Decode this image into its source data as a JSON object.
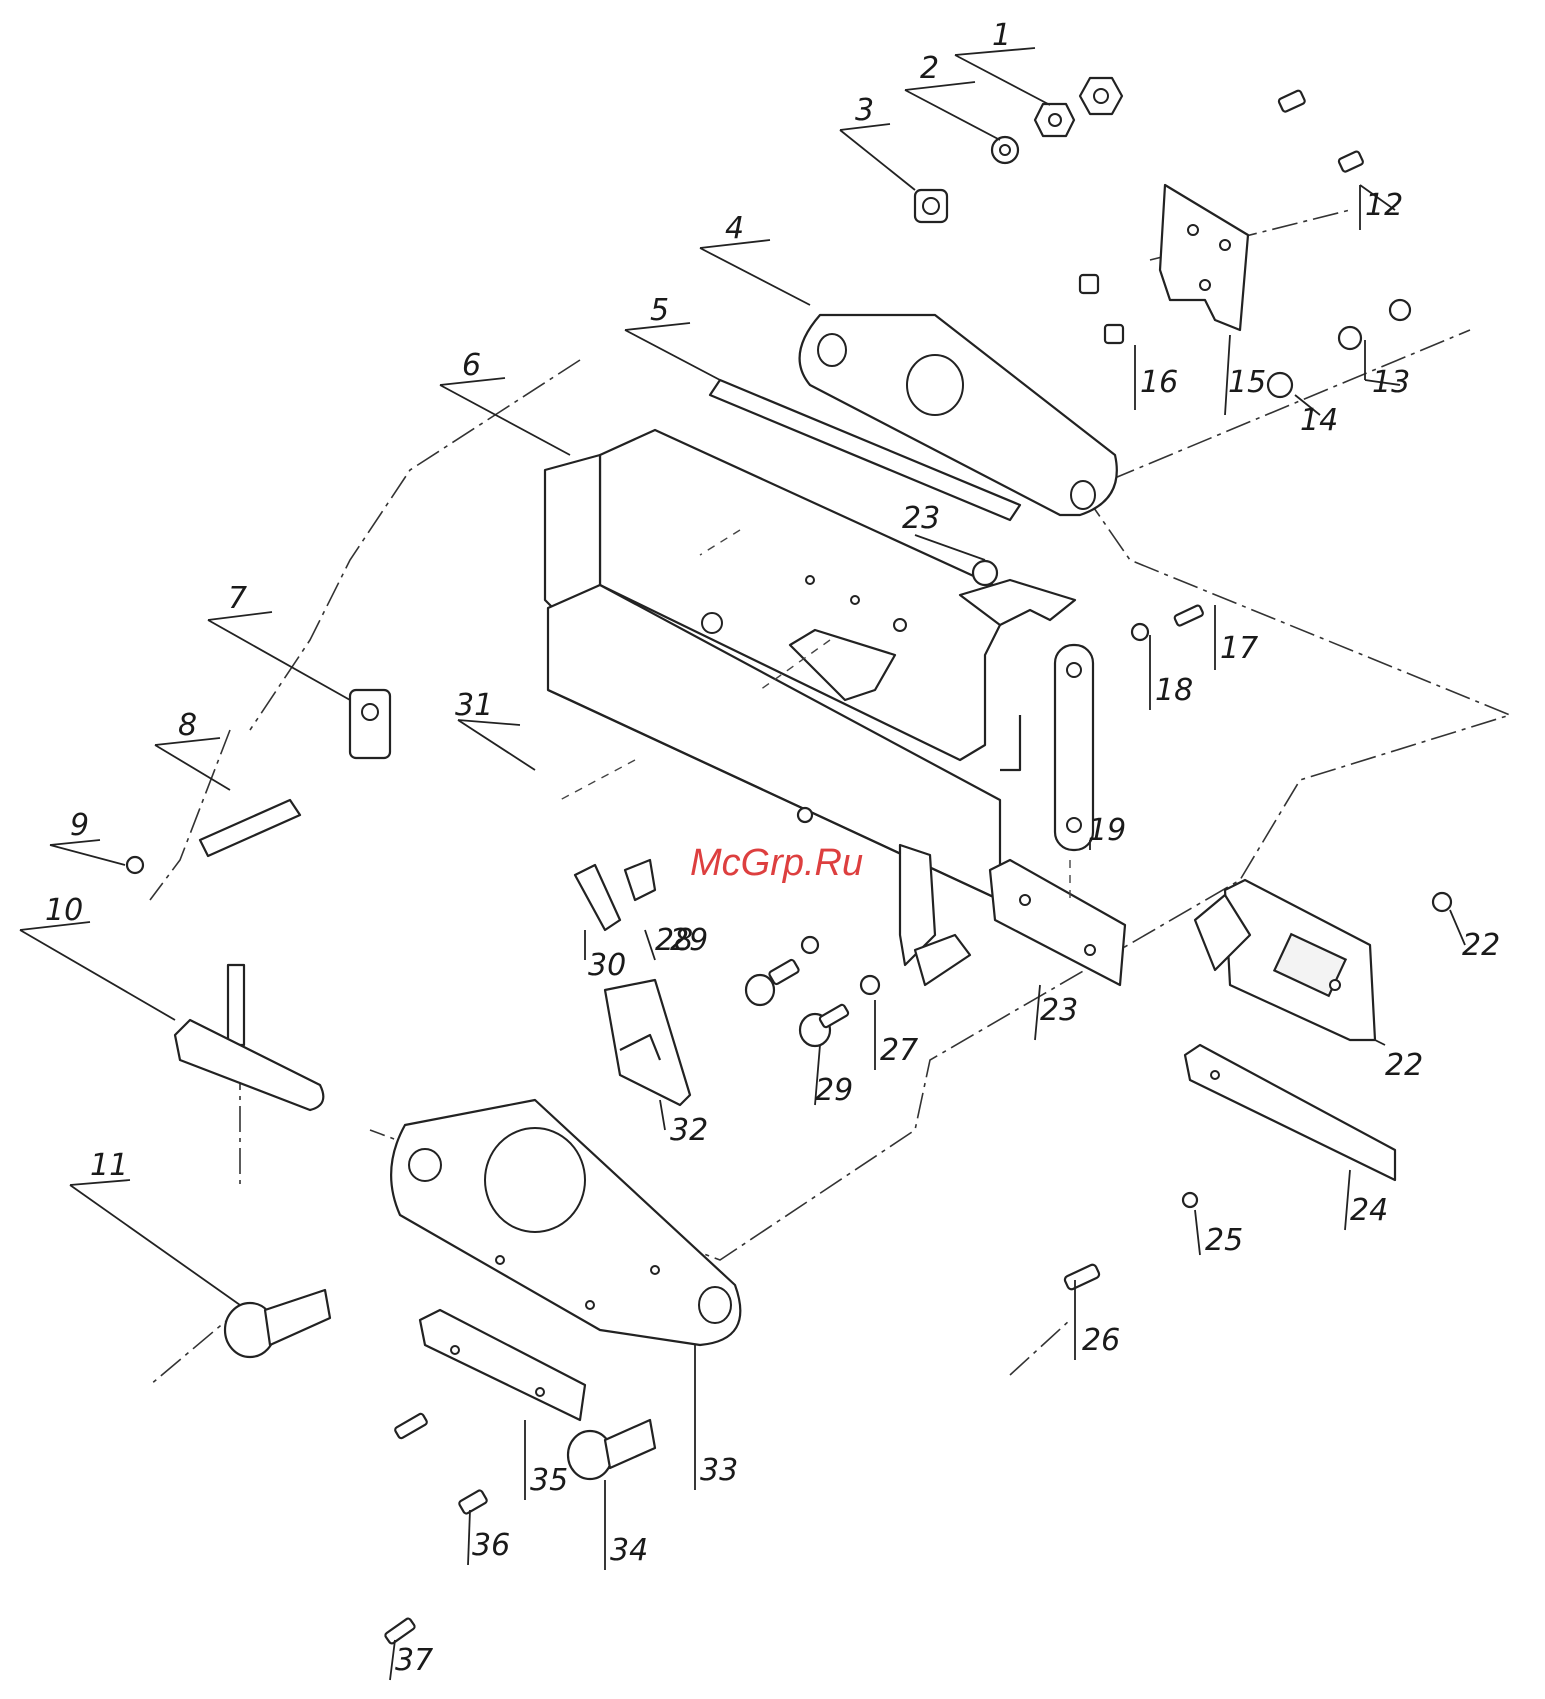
{
  "watermark": "McGrp.Ru",
  "colors": {
    "line": "#222222",
    "watermark": "#d81e1e",
    "background": "#ffffff"
  },
  "callouts": [
    "1",
    "2",
    "3",
    "4",
    "5",
    "6",
    "7",
    "8",
    "9",
    "10",
    "11",
    "12",
    "13",
    "14",
    "15",
    "16",
    "17",
    "18",
    "19",
    "22",
    "22",
    "23",
    "23",
    "24",
    "25",
    "26",
    "27",
    "28",
    "29",
    "29",
    "30",
    "31",
    "32",
    "33",
    "34",
    "35",
    "36",
    "37"
  ]
}
